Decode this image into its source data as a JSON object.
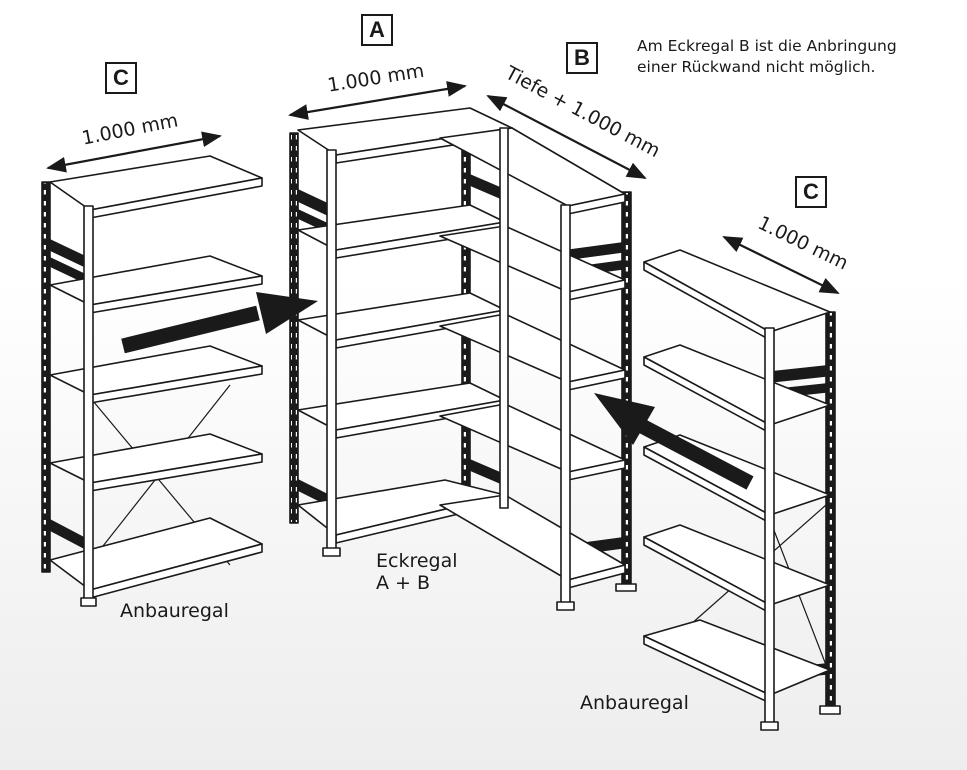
{
  "badges": {
    "a": "A",
    "b": "B",
    "c_left": "C",
    "c_right": "C"
  },
  "dimensions": {
    "a_width": "1.000 mm",
    "b_depth": "Tiefe + 1.000 mm",
    "c_left_width": "1.000 mm",
    "c_right_width": "1.000 mm"
  },
  "labels": {
    "left_shelf": "Anbauregal",
    "right_shelf": "Anbauregal",
    "corner_line1": "Eckregal",
    "corner_line2": "A + B"
  },
  "note": {
    "line1": "Am Eckregal B ist die Anbringung",
    "line2": "einer Rückwand nicht möglich."
  },
  "colors": {
    "ink": "#1a1a1a",
    "shelf": "#ffffff"
  }
}
